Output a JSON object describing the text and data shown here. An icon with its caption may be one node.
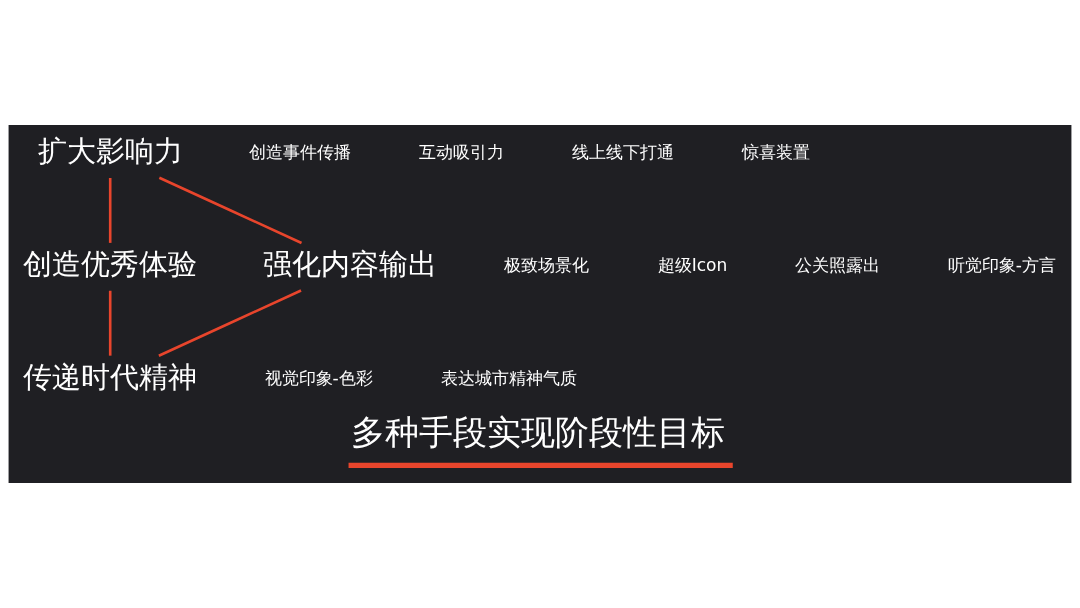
{
  "diagram": {
    "title": "多种手段实现阶段性目标",
    "nodes": [
      {
        "text": [
          "扩大影响力"
        ]
      },
      {
        "text": [
          "创造优秀体验"
        ]
      },
      {
        "text": [
          "传递时代精神"
        ]
      },
      {
        "text": [
          "强化内容输出"
        ]
      }
    ],
    "edges": [
      {
        "from": 0,
        "to": 1,
        "arrow": "none"
      },
      {
        "from": 1,
        "to": 2,
        "arrow": "none"
      },
      {
        "from": 2,
        "to": 3,
        "arrow": "none"
      },
      {
        "from": 3,
        "to": 0,
        "arrow": "none"
      }
    ],
    "labels": [
      "创造事件传播",
      "互动吸引力",
      "线上线下打通",
      "惊喜装置",
      "极致场景化",
      "超级Icon",
      "公关照露出",
      "听觉印象-方言",
      "视觉印象-色彩",
      "表达城市精神气质"
    ]
  }
}
